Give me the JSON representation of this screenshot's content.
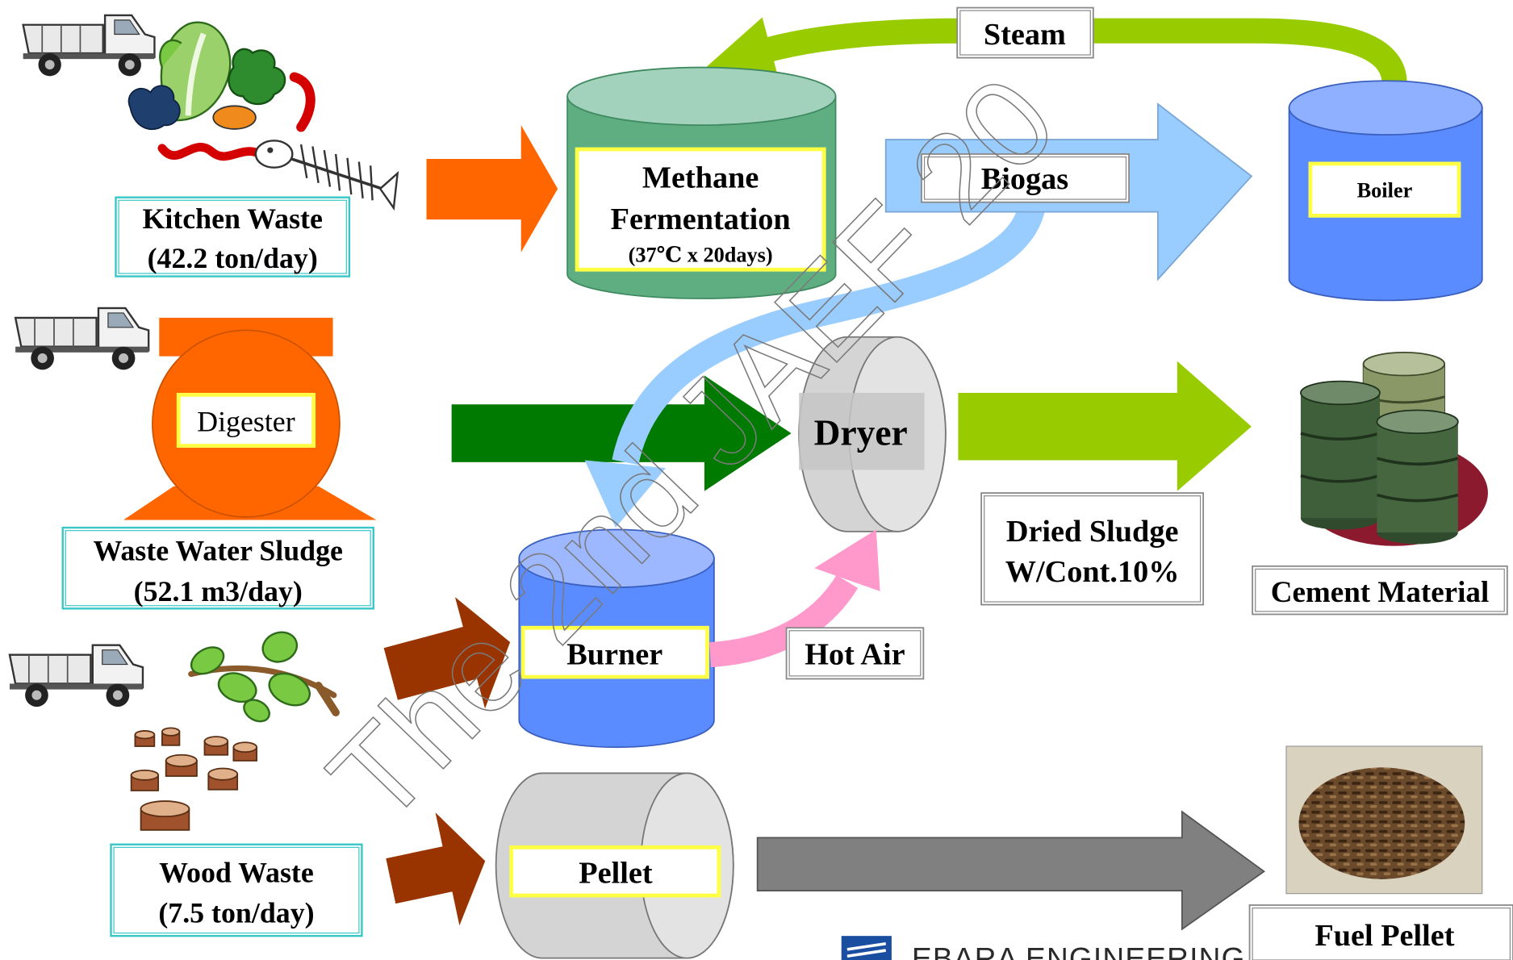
{
  "diagram": {
    "kitchen_waste": {
      "line1": "Kitchen Waste",
      "line2": "(42.2 ton/day)"
    },
    "methane": {
      "line1": "Methane",
      "line2": "Fermentation",
      "line3": "(37℃ x 20days)"
    },
    "steam": "Steam",
    "biogas": "Biogas",
    "boiler": "Boiler",
    "digester": "Digester",
    "waste_water_sludge": {
      "line1": "Waste Water Sludge",
      "line2": "(52.1 m3/day)"
    },
    "dryer": "Dryer",
    "dried_sludge": {
      "line1": "Dried Sludge",
      "line2": "W/Cont.10%"
    },
    "cement_material": "Cement Material",
    "burner": "Burner",
    "hot_air": "Hot Air",
    "wood_waste": {
      "line1": "Wood Waste",
      "line2": "(7.5 ton/day)"
    },
    "pellet": "Pellet",
    "fuel_pellet": "Fuel Pellet"
  },
  "watermark": "The 2nd JAEF 20",
  "footer": {
    "company": "EBARA ENGINEERING S"
  },
  "icons": [
    "truck-icon",
    "vegetables-icon",
    "fish-bone-icon",
    "leaves-branch-icon",
    "tree-stumps-icon",
    "cement-drums-icon",
    "fuel-pellet-photo",
    "ebara-logo"
  ],
  "colors": {
    "kitchen_arrow": "#ff6600",
    "steam_arrow": "#99cc00",
    "biogas_arrow": "#99ccff",
    "sludge_arrow": "#007a00",
    "dried_sludge_arrow": "#99cc00",
    "hot_air_arrow": "#ff99cc",
    "wood_arrow": "#993300",
    "pellet_arrow": "#808080",
    "digester": "#ff6600",
    "boiler_burner": "#5b8cff",
    "methane_tank": "#5fae82"
  }
}
